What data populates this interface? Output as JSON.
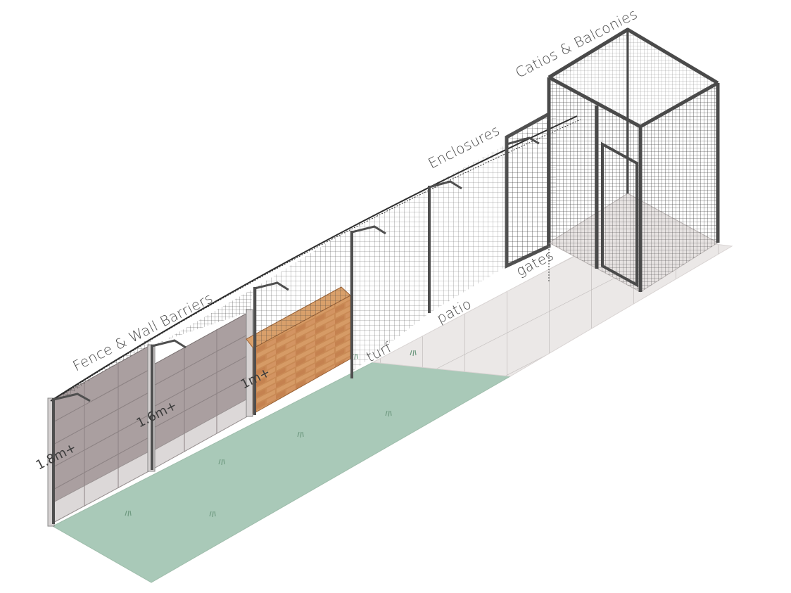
{
  "labels": {
    "fence_wall_barriers": "Fence & Wall Barriers",
    "height_1_8": "1.8m+",
    "height_1_6": "1.6m+",
    "height_1_0": "1m+",
    "turf": "turf",
    "patio": "patio",
    "gates": "gates",
    "enclosures": "Enclosures",
    "catios_balconies": "Catios & Balconies"
  },
  "colors": {
    "turf": "#a9c9b8",
    "patio": "#ebe8e7",
    "fence": "#aa9fa0",
    "brick": "#c98a55",
    "frame": "#505050",
    "mesh": "#3a3a3a"
  }
}
